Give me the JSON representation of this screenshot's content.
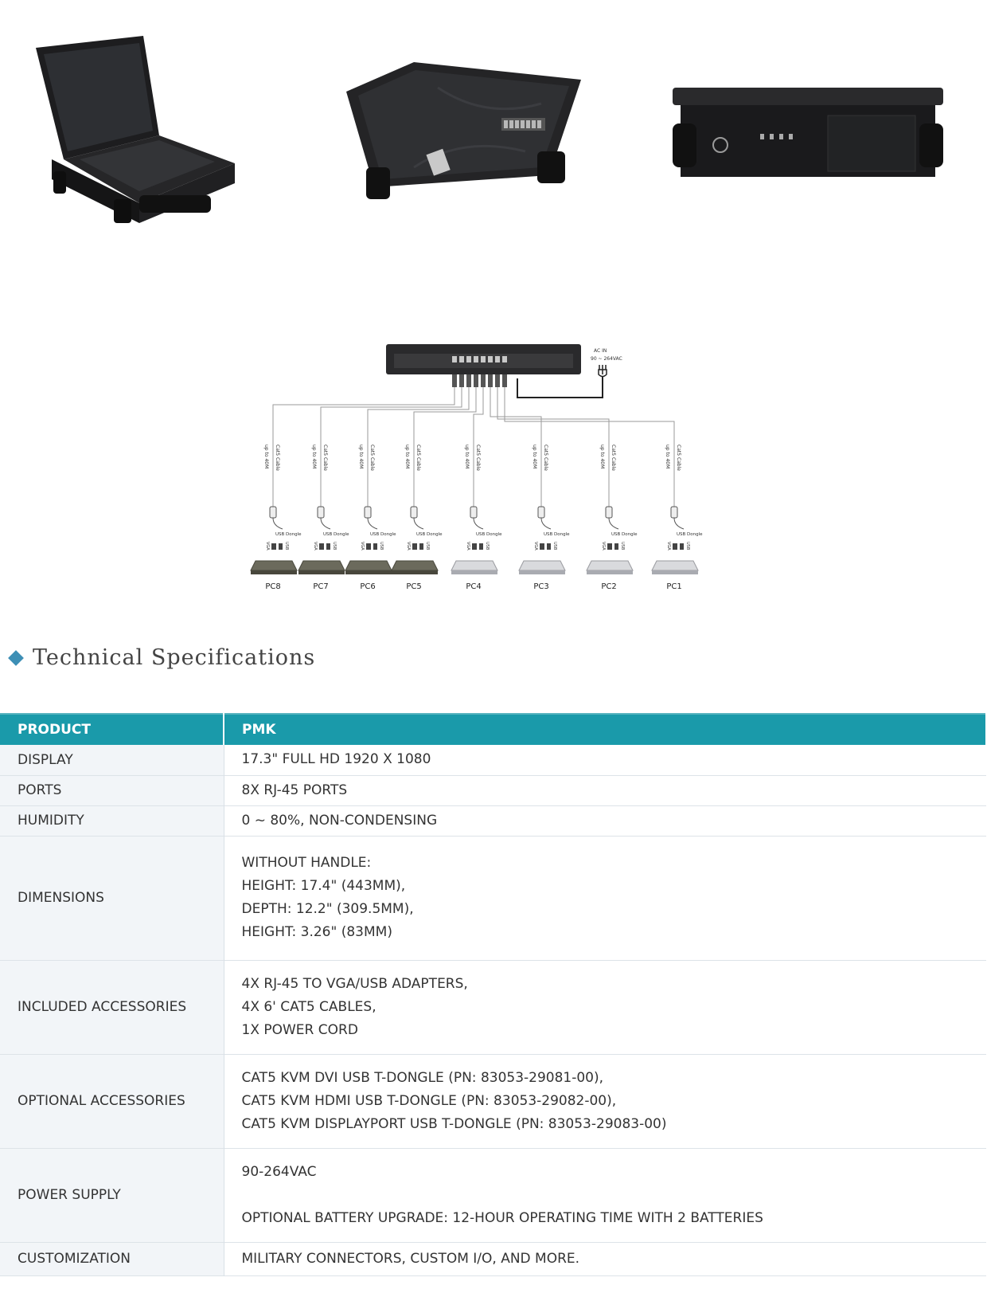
{
  "diagram": {
    "ac_in_label": "AC IN",
    "ac_range_label": "90 ~ 264VAC",
    "cable_label": "Cat5 Cable",
    "distance_label": "up to 40M",
    "dongle_label": "USB Dongle",
    "vga_label": "VGA",
    "usb_label": "USB",
    "pcs": [
      "PC8",
      "PC7",
      "PC6",
      "PC5",
      "PC4",
      "PC3",
      "PC2",
      "PC1"
    ]
  },
  "section": {
    "title": "Technical Specifications"
  },
  "specs": {
    "header": {
      "label": "PRODUCT",
      "value": "PMK"
    },
    "rows": [
      {
        "label": "DISPLAY",
        "lines": [
          "17.3\" FULL HD 1920 X 1080"
        ]
      },
      {
        "label": "PORTS",
        "lines": [
          "8X RJ-45 PORTS"
        ]
      },
      {
        "label": "HUMIDITY",
        "lines": [
          "0 ~ 80%, NON-CONDENSING"
        ]
      },
      {
        "label": "DIMENSIONS",
        "lines": [
          "WITHOUT HANDLE:",
          "HEIGHT: 17.4\" (443MM),",
          "DEPTH: 12.2\" (309.5MM),",
          "HEIGHT: 3.26\" (83MM)"
        ]
      },
      {
        "label": "INCLUDED ACCESSORIES",
        "lines": [
          "4X RJ-45 TO VGA/USB ADAPTERS,",
          "4X 6' CAT5 CABLES,",
          "1X POWER CORD"
        ]
      },
      {
        "label": "OPTIONAL ACCESSORIES",
        "lines": [
          "CAT5 KVM DVI USB T-DONGLE (PN: 83053-29081-00),",
          "CAT5 KVM HDMI USB T-DONGLE (PN: 83053-29082-00),",
          "CAT5 KVM DISPLAYPORT USB T-DONGLE (PN: 83053-29083-00)"
        ]
      },
      {
        "label": "POWER SUPPLY",
        "lines": [
          "90-264VAC",
          "",
          "OPTIONAL BATTERY UPGRADE: 12-HOUR OPERATING TIME WITH 2 BATTERIES"
        ]
      },
      {
        "label": "CUSTOMIZATION",
        "lines": [
          "MILITARY CONNECTORS, CUSTOM I/O, AND MORE."
        ]
      }
    ]
  },
  "colors": {
    "header_bg": "#1a9aaa",
    "label_bg": "#f2f5f8",
    "accent": "#3d8fb5"
  }
}
